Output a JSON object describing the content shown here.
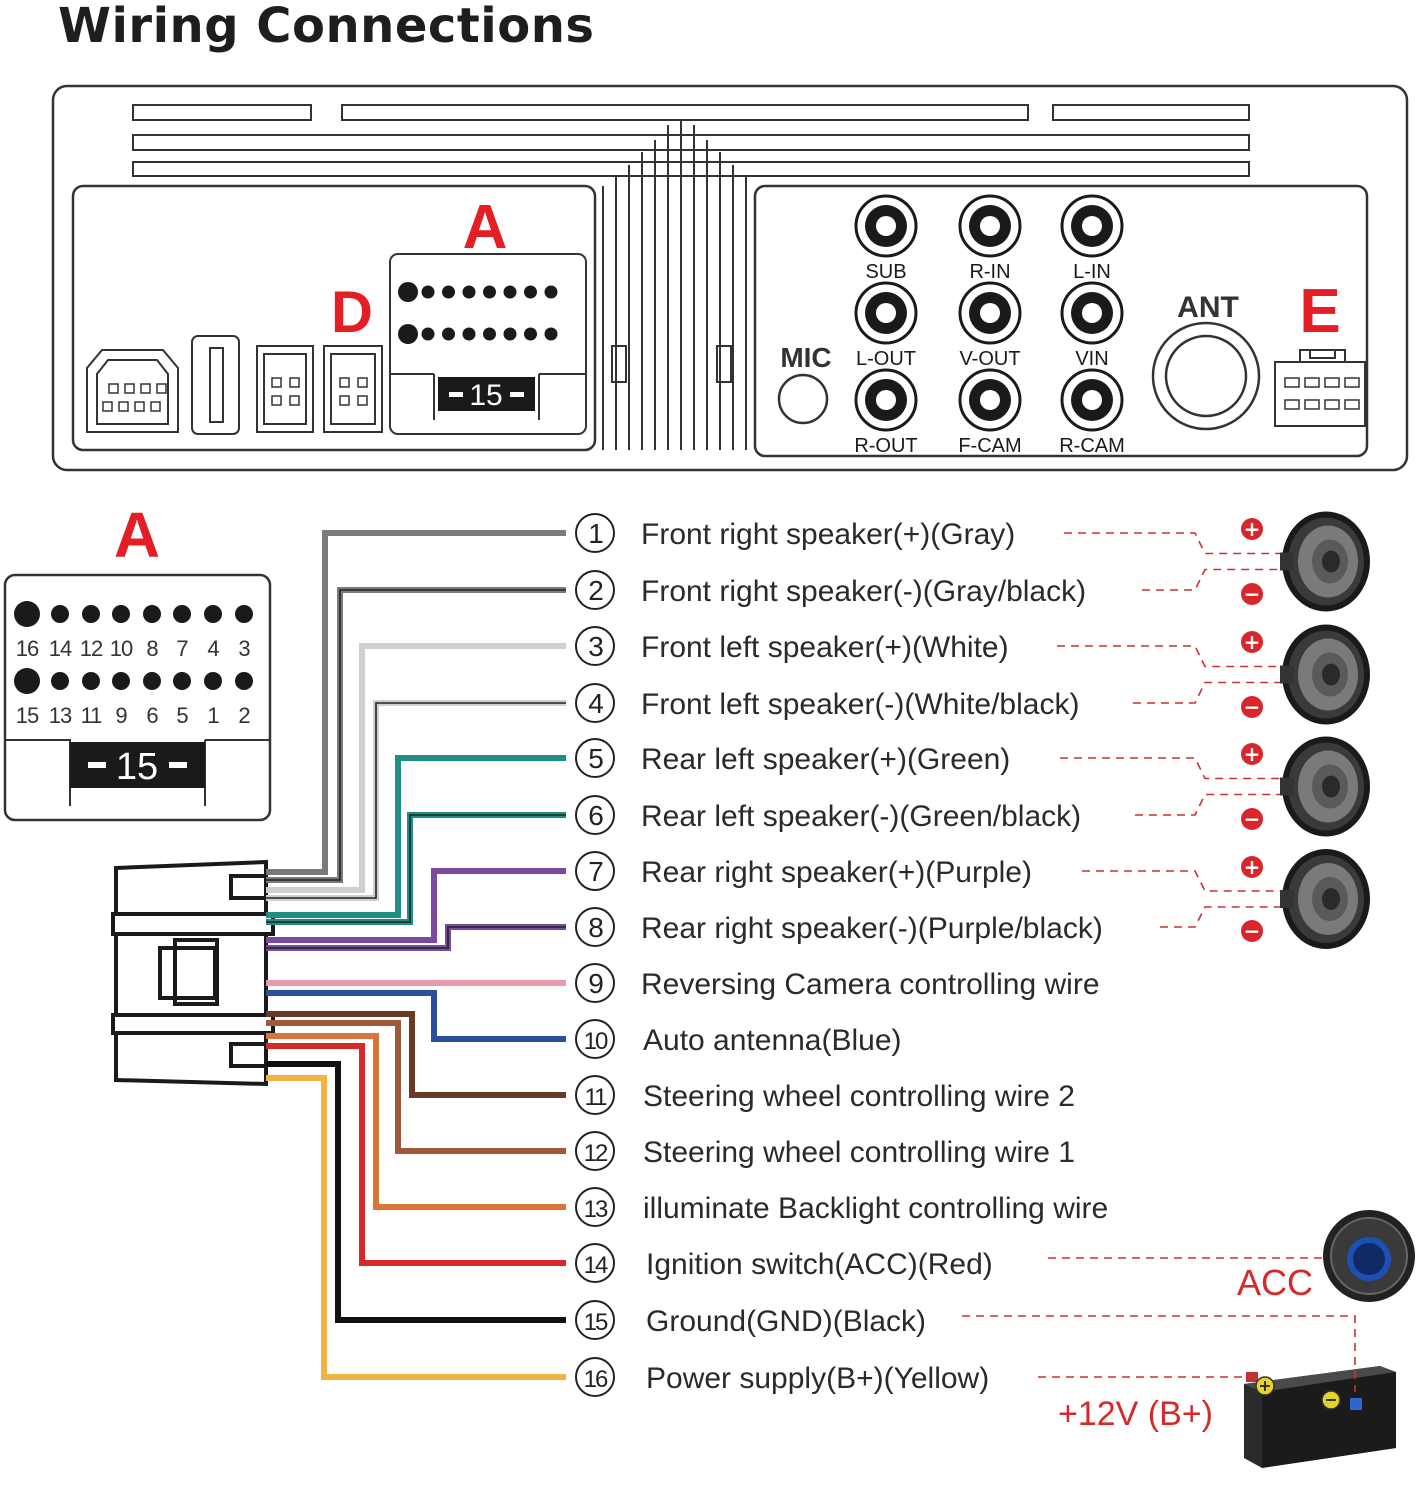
{
  "title": "Wiring Connections",
  "panel": {
    "connector_letters": {
      "a": "A",
      "d": "D",
      "e": "E"
    },
    "plug_number": "15",
    "mic_label": "MIC",
    "ant_label": "ANT",
    "rca_jacks": [
      "SUB",
      "R-IN",
      "L-IN",
      "L-OUT",
      "V-OUT",
      "VIN",
      "R-OUT",
      "F-CAM",
      "R-CAM"
    ]
  },
  "connector_a": {
    "letter": "A",
    "top_row_pins": [
      "16",
      "14",
      "12",
      "10",
      "8",
      "7",
      "4",
      "3"
    ],
    "bottom_row_pins": [
      "15",
      "13",
      "11",
      "9",
      "6",
      "5",
      "1",
      "2"
    ],
    "plug_number": "15"
  },
  "wires": [
    {
      "num": "1",
      "label": "Front right speaker(+)(Gray)",
      "color": "#7a7a7a",
      "stripe": false
    },
    {
      "num": "2",
      "label": "Front right speaker(-)(Gray/black)",
      "color": "#7a7a7a",
      "stripe": true
    },
    {
      "num": "3",
      "label": "Front left speaker(+)(White)",
      "color": "#cfcfcf",
      "stripe": false
    },
    {
      "num": "4",
      "label": "Front left speaker(-)(White/black)",
      "color": "#cfcfcf",
      "stripe": true
    },
    {
      "num": "5",
      "label": "Rear left speaker(+)(Green)",
      "color": "#1f8f85",
      "stripe": false
    },
    {
      "num": "6",
      "label": "Rear left speaker(-)(Green/black)",
      "color": "#1f8f85",
      "stripe": true
    },
    {
      "num": "7",
      "label": "Rear right speaker(+)(Purple)",
      "color": "#7a4a9e",
      "stripe": false
    },
    {
      "num": "8",
      "label": "Rear right speaker(-)(Purple/black)",
      "color": "#7a4a9e",
      "stripe": true
    },
    {
      "num": "9",
      "label": "Reversing Camera controlling wire",
      "color": "#e89aae",
      "stripe": false
    },
    {
      "num": "10",
      "label": "Auto antenna(Blue)",
      "color": "#2b4f9e",
      "stripe": false
    },
    {
      "num": "11",
      "label": "Steering wheel controlling wire 2",
      "color": "#6b3a24",
      "stripe": false
    },
    {
      "num": "12",
      "label": "Steering wheel controlling wire 1",
      "color": "#a0583a",
      "stripe": false
    },
    {
      "num": "13",
      "label": "illuminate Backlight controlling wire",
      "color": "#d9743a",
      "stripe": false
    },
    {
      "num": "14",
      "label": "Ignition switch(ACC)(Red)",
      "color": "#d62a2a",
      "stripe": false
    },
    {
      "num": "15",
      "label": "Ground(GND)(Black)",
      "color": "#111111",
      "stripe": false
    },
    {
      "num": "16",
      "label": "Power supply(B+)(Yellow)",
      "color": "#f0b442",
      "stripe": false
    }
  ],
  "speaker_terminals": {
    "plus": "+",
    "minus": "−"
  },
  "acc_label": "ACC",
  "battery_label": "+12V (B+)",
  "accent_red": "#e31e24"
}
